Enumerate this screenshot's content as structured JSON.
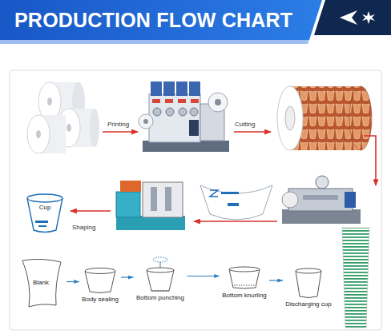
{
  "diagram": {
    "title": "PRODUCTION FLOW CHART",
    "nodes": [
      {
        "text": [
          "Cup"
        ]
      },
      {
        "text": [
          "Blank"
        ]
      },
      {
        "text": [
          "Body sealing"
        ]
      },
      {
        "text": [
          "Bottom punching"
        ]
      },
      {
        "text": [
          "Bottom knurling"
        ]
      },
      {
        "text": [
          "Discharging cup"
        ]
      }
    ],
    "edges": [
      {
        "from": 1,
        "to": 2,
        "arrow": "to"
      },
      {
        "from": 2,
        "to": 3,
        "arrow": "to"
      },
      {
        "from": 3,
        "to": 4,
        "arrow": "to"
      },
      {
        "from": 4,
        "to": 5,
        "arrow": "to"
      }
    ],
    "labels": [
      "Printing",
      "Cutting",
      "Shaping"
    ]
  }
}
